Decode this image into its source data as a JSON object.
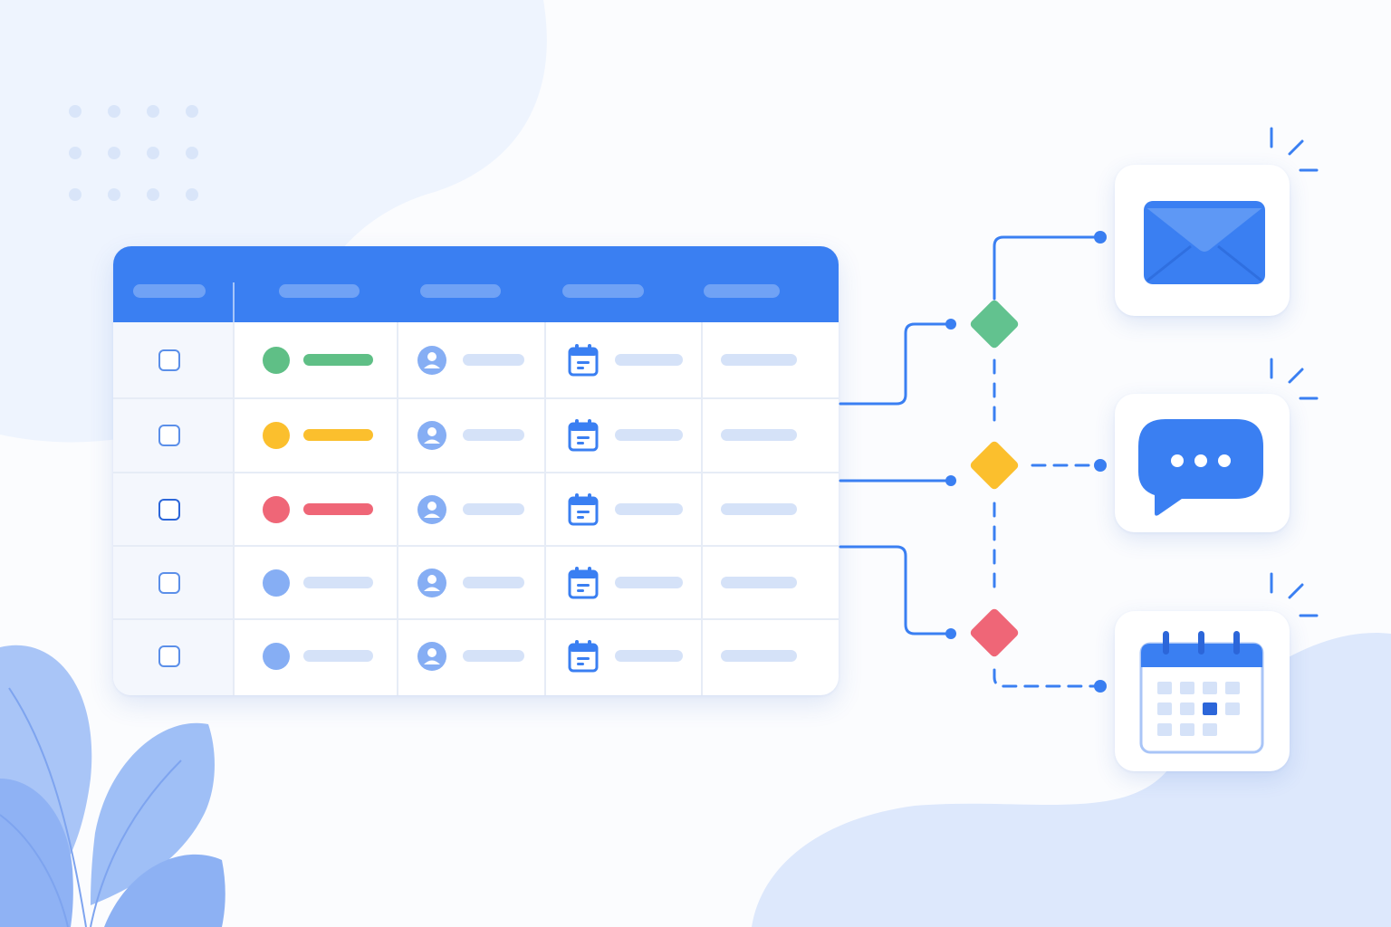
{
  "title": "",
  "colors": {
    "primary": "#3a7ff2",
    "green": "#5fbf86",
    "yellow": "#fbbf2d",
    "red": "#ef6677",
    "light_blue": "#86aef4",
    "placeholder": "#d5e2f8",
    "background_blob": "#eef4fe"
  },
  "table": {
    "header_columns": [
      "",
      "",
      "",
      "",
      ""
    ],
    "rows": [
      {
        "checked": false,
        "status": "green",
        "assignee_icon": "user-avatar-icon",
        "date_icon": "calendar-icon"
      },
      {
        "checked": false,
        "status": "yellow",
        "assignee_icon": "user-avatar-icon",
        "date_icon": "calendar-icon"
      },
      {
        "checked": false,
        "status": "red",
        "assignee_icon": "user-avatar-icon",
        "date_icon": "calendar-icon"
      },
      {
        "checked": false,
        "status": "light_blue",
        "assignee_icon": "user-avatar-icon",
        "date_icon": "calendar-icon"
      },
      {
        "checked": false,
        "status": "light_blue",
        "assignee_icon": "user-avatar-icon",
        "date_icon": "calendar-icon"
      }
    ]
  },
  "flow": {
    "decisions": [
      "green",
      "yellow",
      "red"
    ],
    "targets": [
      {
        "icon": "envelope-icon",
        "label": ""
      },
      {
        "icon": "chat-bubble-icon",
        "label": ""
      },
      {
        "icon": "calendar-icon",
        "label": ""
      }
    ]
  },
  "decor": {
    "icons": [
      "dot-grid",
      "leaf-plant",
      "sparkle-marks"
    ]
  }
}
